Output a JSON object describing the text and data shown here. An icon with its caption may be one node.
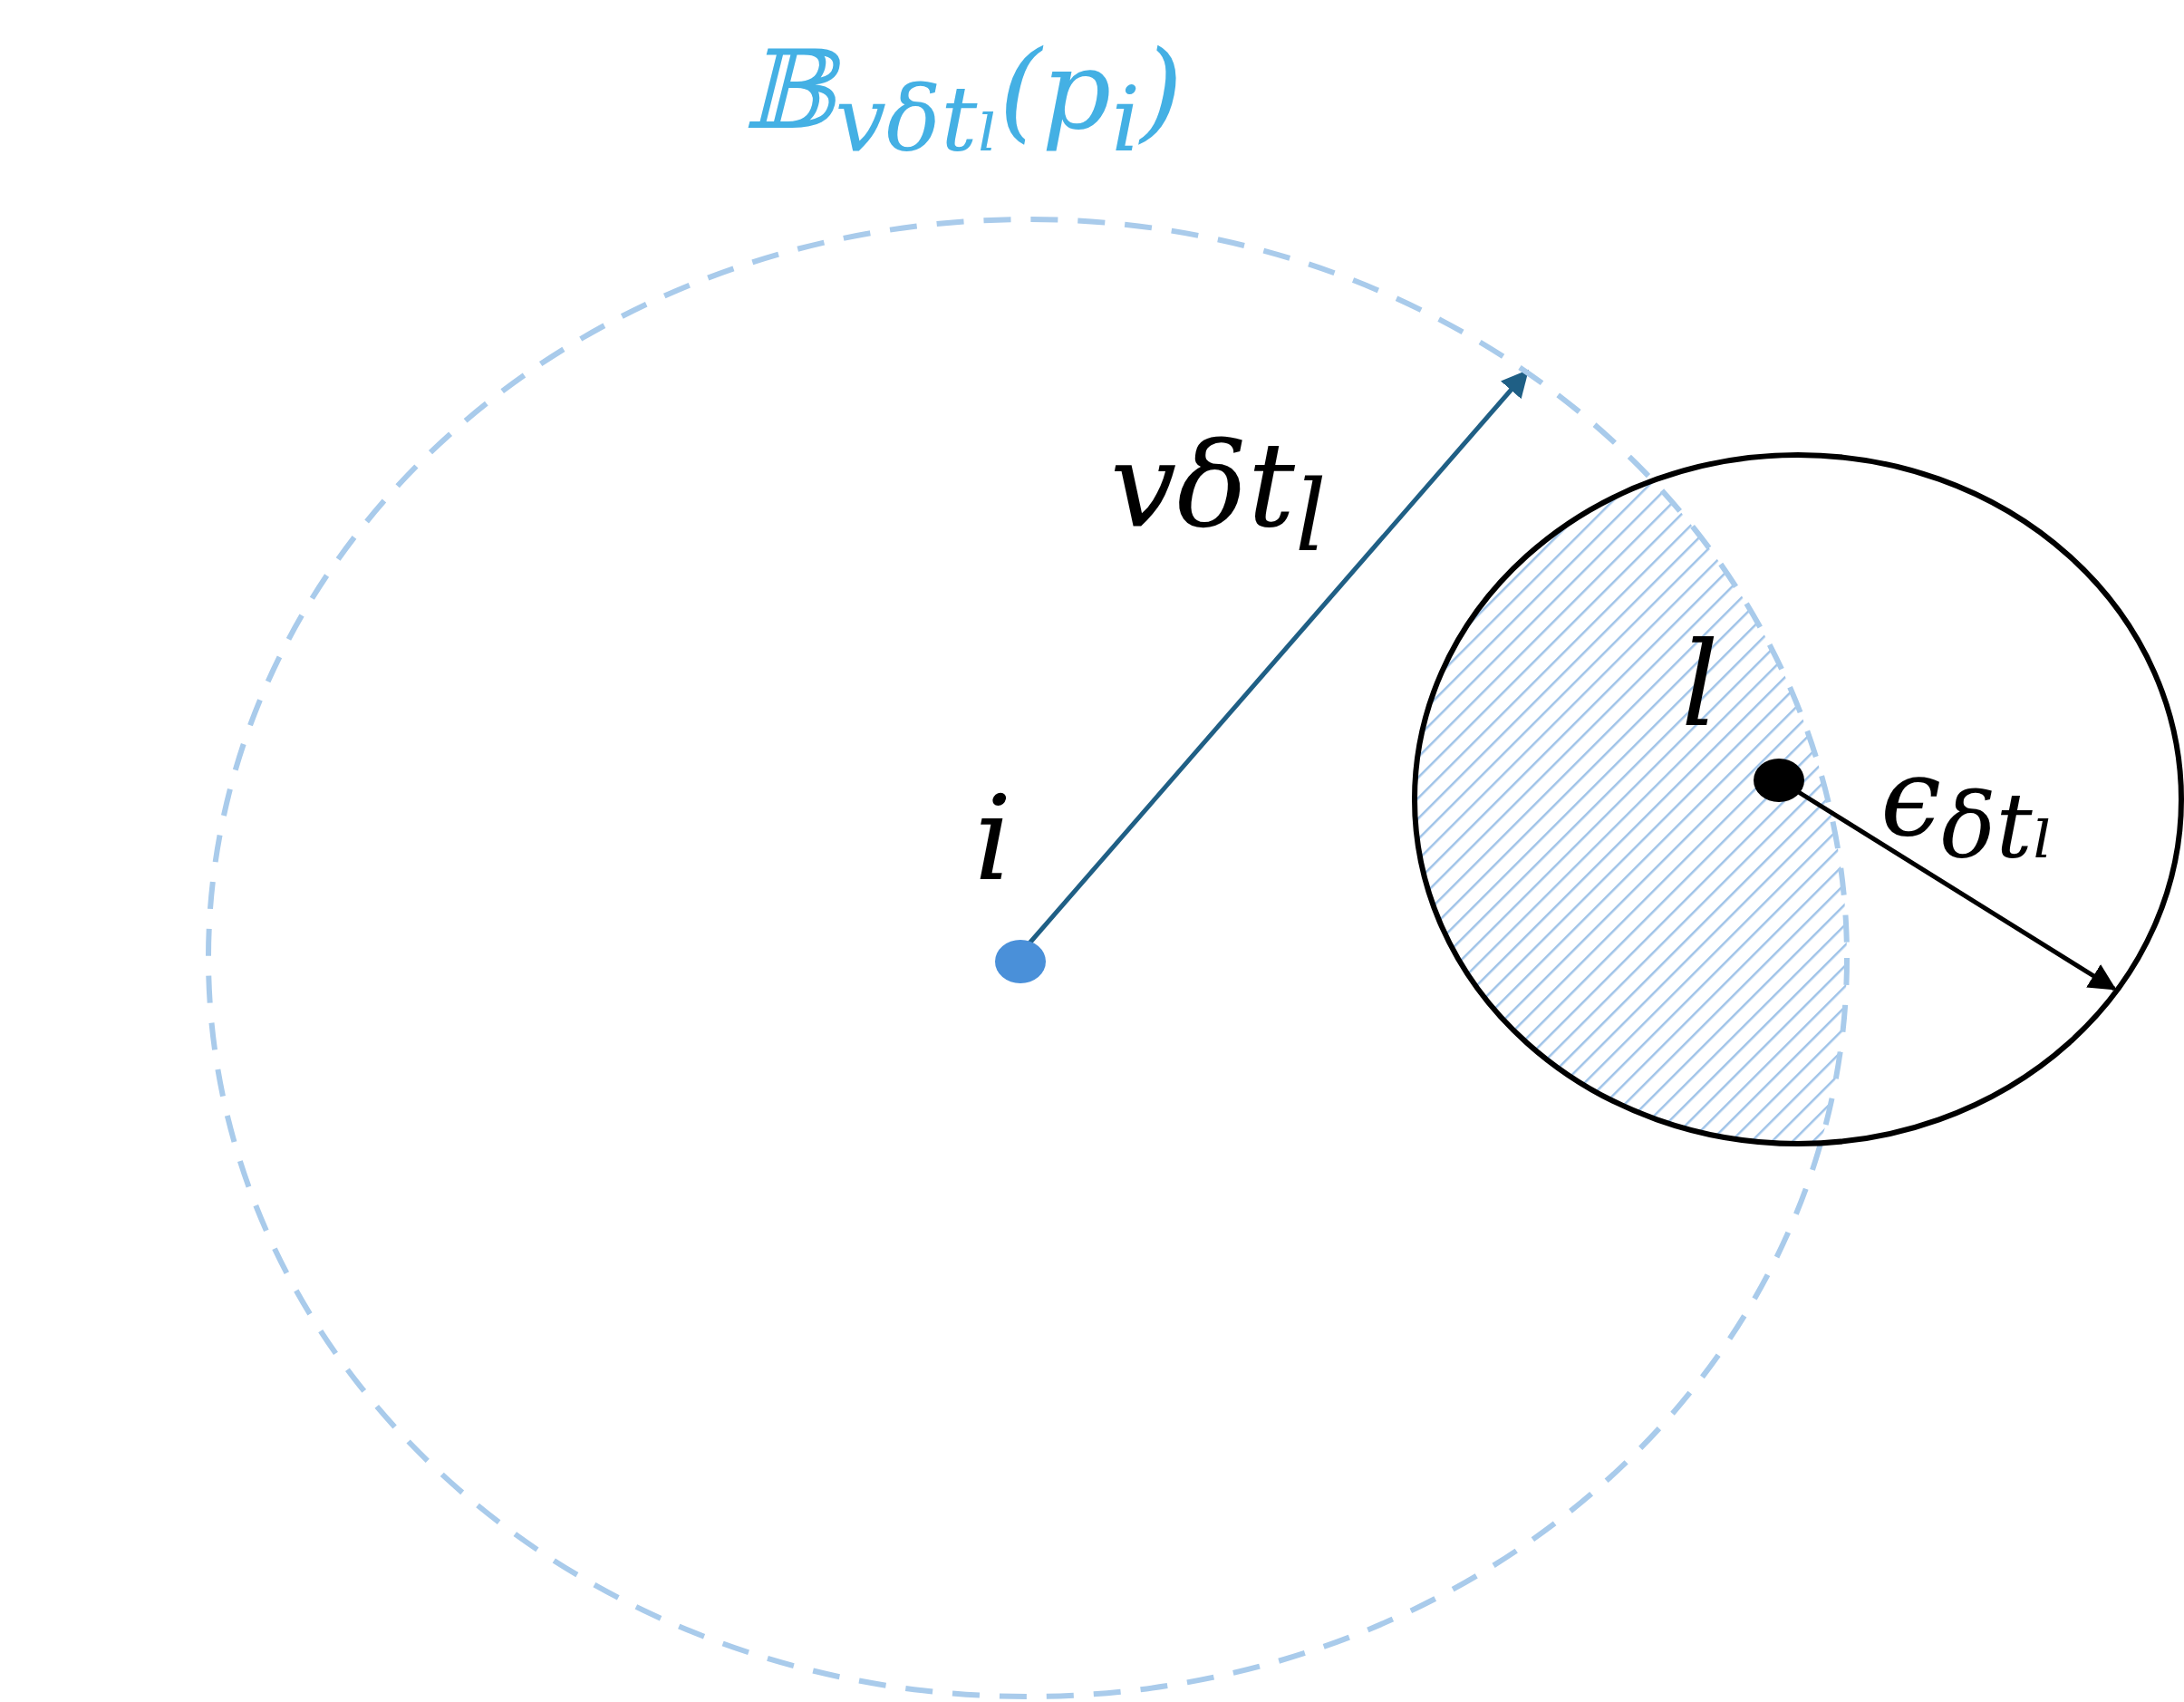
{
  "diagram": {
    "nodes": [
      {
        "text": [
          "𝔹$_{vδtₗ}$(p$_{i}$)"
        ]
      },
      {
        "text": [],
        "shape": "circle"
      }
    ],
    "labels": [
      "vδt$_{l}$",
      "i",
      "l",
      "ϵ$_{δtₗ}$"
    ]
  }
}
